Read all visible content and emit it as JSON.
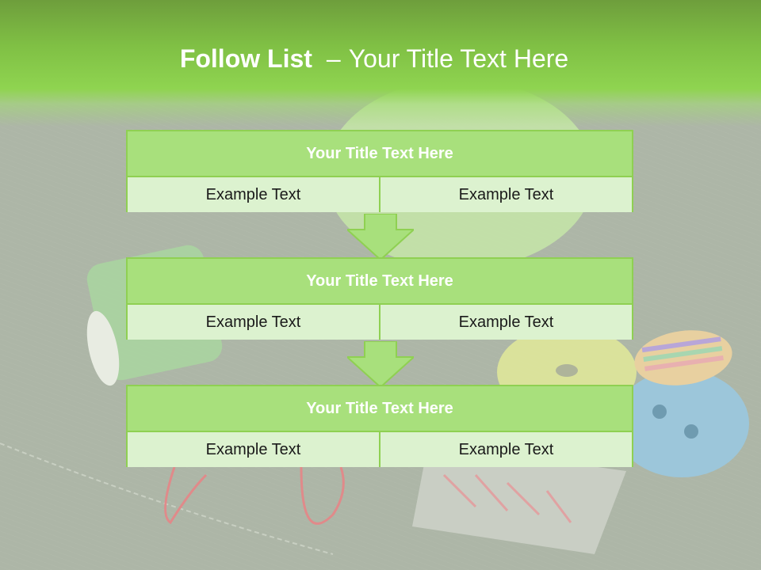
{
  "title": {
    "bold": "Follow List",
    "separator": "–",
    "rest": "Your Title Text Here"
  },
  "steps": [
    {
      "title": "Your Title Text Here",
      "left": "Example Text",
      "right": "Example Text"
    },
    {
      "title": "Your Title Text Here",
      "left": "Example Text",
      "right": "Example Text"
    },
    {
      "title": "Your Title Text Here",
      "left": "Example Text",
      "right": "Example Text"
    }
  ],
  "colors": {
    "band": "#7fbf44",
    "box_border": "#8fd052",
    "box_head": "#a8e07c",
    "box_cell": "#dcf2cf",
    "arrow": "#a8e07c"
  }
}
